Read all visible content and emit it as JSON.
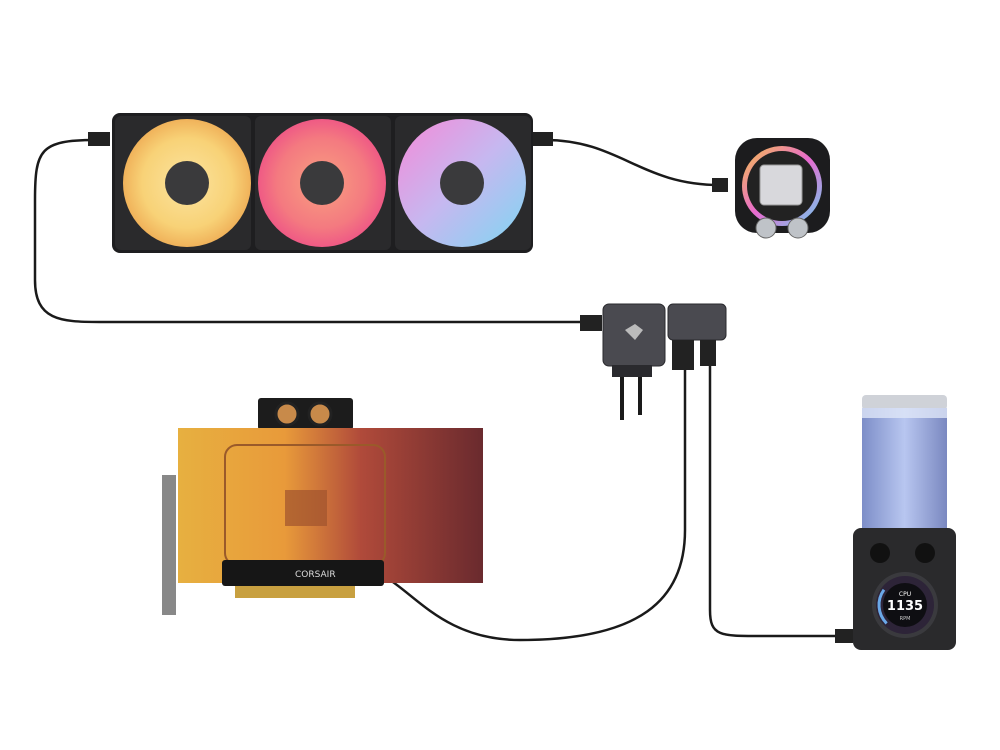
{
  "gpu": {
    "brand_label": "CORSAIR"
  },
  "pump_display": {
    "label": "CPU",
    "value": "1135",
    "unit": "RPM",
    "gauge_fraction": 0.3
  },
  "colors": {
    "fan_1": "#f8d277",
    "fan_2": "#f47a80",
    "fan_3_a": "#f48ad8",
    "fan_3_b": "#7fd6f2",
    "coolant": "#9fb3e8",
    "cable": "#1a1a1a",
    "gauge_accent": "#6aa8e8"
  }
}
